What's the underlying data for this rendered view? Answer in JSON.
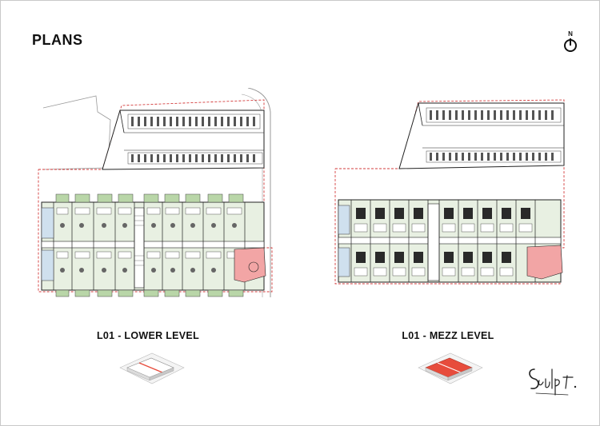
{
  "page": {
    "title": "PLANS"
  },
  "north_arrow": {
    "label": "N",
    "icon": "north-arrow-icon"
  },
  "plans": [
    {
      "label": "L01 - LOWER LEVEL",
      "key_plan_highlight": "#e74c3c"
    },
    {
      "label": "L01 - MEZZ LEVEL",
      "key_plan_highlight": "#e74c3c"
    }
  ],
  "colors": {
    "unit_fill": "#d9e8d2",
    "unit_line": "#2b2b2b",
    "boundary": "#d33b3b",
    "highlight": "#f2a5a5",
    "balcony": "#b9d6a8"
  },
  "logo": {
    "icon": "sculpt-signature-logo"
  }
}
